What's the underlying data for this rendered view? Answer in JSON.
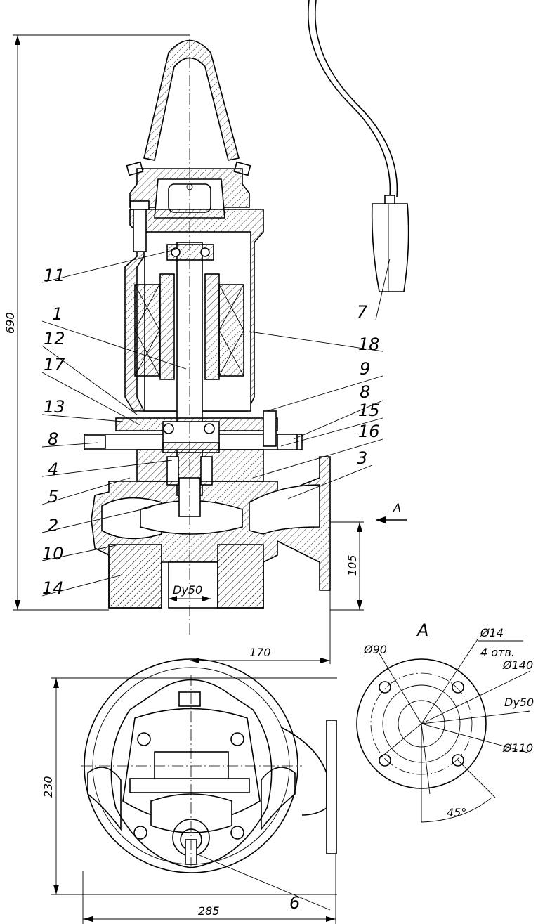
{
  "part_labels": [
    "11",
    "1",
    "12",
    "17",
    "13",
    "8",
    "4",
    "5",
    "2",
    "10",
    "14",
    "7",
    "18",
    "9",
    "8",
    "15",
    "16",
    "3",
    "6"
  ],
  "dimensions": {
    "overall_height": "690",
    "outlet_height": "105",
    "outlet_offset": "170",
    "suction_diameter": "Dy50",
    "plan_depth": "230",
    "plan_width": "285"
  },
  "view_a": {
    "title": "A",
    "arrow_label": "A",
    "d_inner": "Ø90",
    "bolt_hole": "Ø14",
    "bolt_count": "4 отв.",
    "d_outer": "Ø140",
    "nominal": "Dy50",
    "bolt_circle": "Ø110",
    "angle": "45°"
  }
}
